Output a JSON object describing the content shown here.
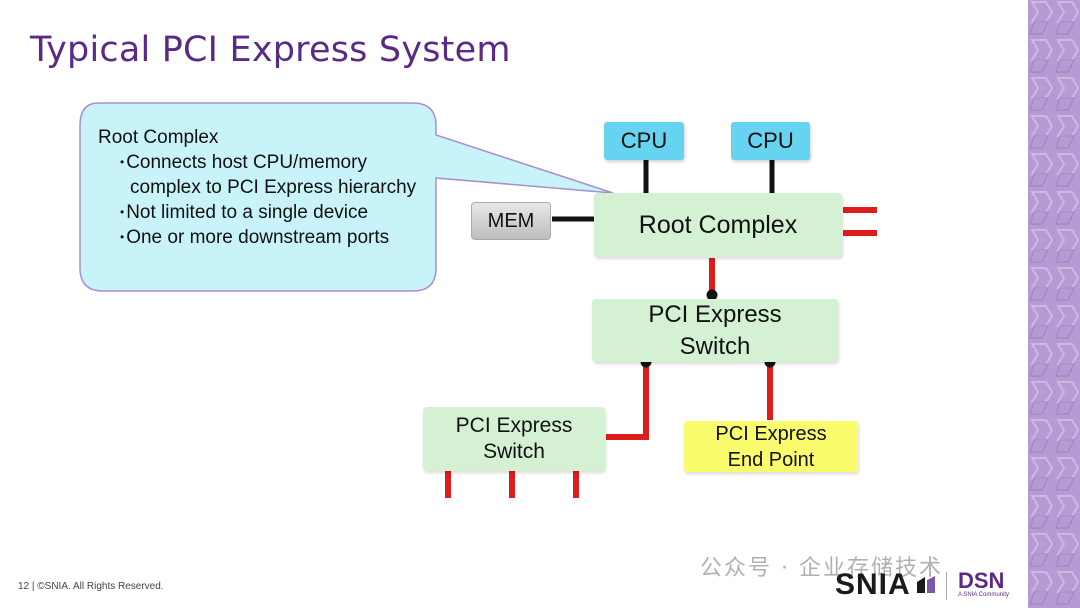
{
  "slide": {
    "title": "Typical PCI Express System",
    "footer": "12 | ©SNIA. All Rights Reserved."
  },
  "callout": {
    "heading": "Root Complex",
    "bullets": [
      "Connects host CPU/memory complex to PCI Express hierarchy",
      "Not limited to a single device",
      "One or more downstream ports"
    ]
  },
  "diagram": {
    "cpu_1": "CPU",
    "cpu_2": "CPU",
    "mem": "MEM",
    "root_complex": "Root Complex",
    "switch_top": "PCI Express Switch",
    "switch_bottom": "PCI Express Switch",
    "endpoint": "PCI Express End Point"
  },
  "branding": {
    "watermark": "公众号 · 企业存储技术",
    "snia": "SNIA",
    "dsn": "DSN",
    "dsn_sub": "A SNIA Community"
  },
  "colors": {
    "title": "#5b2a86",
    "cpu": "#66d3f0",
    "box_green": "#d4f2d3",
    "endpoint": "#fbfb6e",
    "callout_fill": "#c8f3f9",
    "callout_border": "#a98fce",
    "link_red": "#e01b1b",
    "sidebar": "#b79ad3"
  }
}
